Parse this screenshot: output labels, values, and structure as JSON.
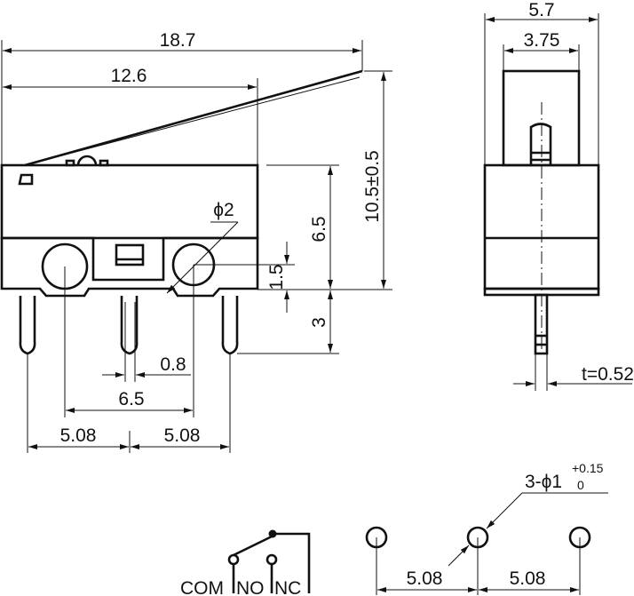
{
  "title": "Micro switch dimension drawing",
  "front_view": {
    "overall_length": "18.7",
    "body_length": "12.6",
    "total_height": "10.5±0.5",
    "body_height": "6.5",
    "hole_offset": "1.5",
    "pin_length": "3",
    "hole_diameter": "ϕ2",
    "pin_width": "0.8",
    "hole_spacing": "6.5",
    "pin_pitch_left": "5.08",
    "pin_pitch_right": "5.08"
  },
  "side_view": {
    "width": "5.7",
    "actuator_width": "3.75",
    "pin_thickness": "t=0.52"
  },
  "schematic": {
    "labels": [
      "COM",
      "NO",
      "NC"
    ]
  },
  "pcb_layout": {
    "hole_label": "3-ϕ1",
    "tol_plus": "+0.15",
    "tol_minus": "0",
    "pitch_left": "5.08",
    "pitch_right": "5.08"
  }
}
